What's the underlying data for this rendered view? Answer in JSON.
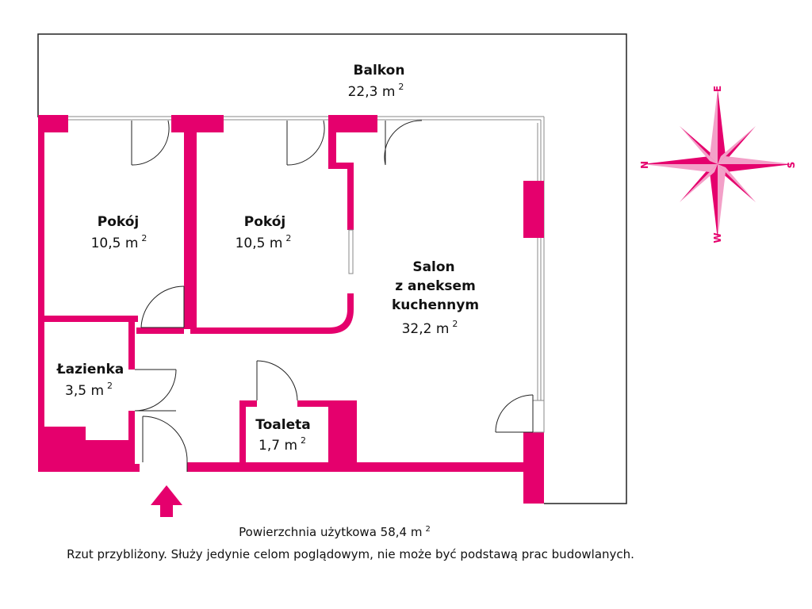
{
  "colors": {
    "wall": "#e5006d",
    "outline": "#222222",
    "window": "#888888"
  },
  "rooms": [
    {
      "id": "balkon",
      "name": "Balkon",
      "area": "22,3 m",
      "sup": "2"
    },
    {
      "id": "pokoj1",
      "name": "Pokój",
      "area": "10,5 m",
      "sup": "2"
    },
    {
      "id": "pokoj2",
      "name": "Pokój",
      "area": "10,5 m",
      "sup": "2"
    },
    {
      "id": "salon",
      "name": "Salon",
      "name_line2": "z aneksem",
      "name_line3": "kuchennym",
      "area": "32,2 m",
      "sup": "2"
    },
    {
      "id": "lazienka",
      "name": "Łazienka",
      "area": "3,5 m",
      "sup": "2"
    },
    {
      "id": "toaleta",
      "name": "Toaleta",
      "area": "1,7 m",
      "sup": "2"
    }
  ],
  "compass": {
    "n": "N",
    "s": "S",
    "e": "E",
    "w": "W"
  },
  "footer": {
    "area_text": "Powierzchnia użytkowa 58,4 m",
    "area_sup": "2",
    "note": "Rzut przybliżony. Służy jedynie celom poglądowym, nie może być podstawą prac budowlanych."
  }
}
